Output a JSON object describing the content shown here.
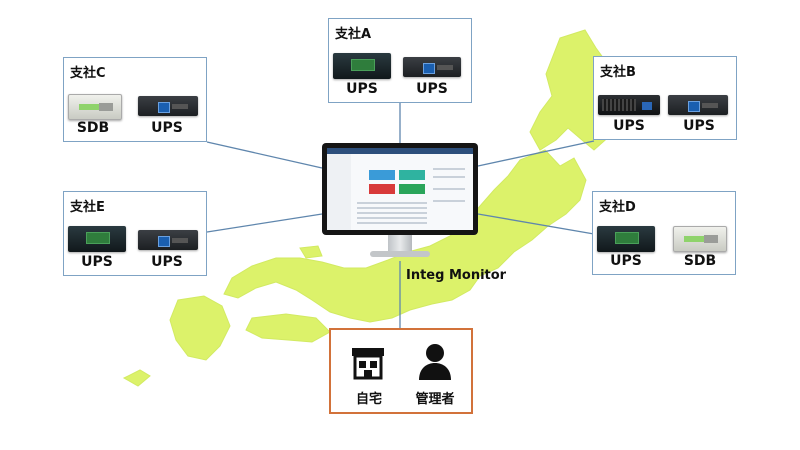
{
  "colors": {
    "map": "#dcf26a",
    "connector": "#5f86ad",
    "branch_border": "#7fa3c4",
    "admin_border": "#d2723a"
  },
  "branches": {
    "a": {
      "title": "支社A",
      "devices": [
        {
          "label": "UPS",
          "type": "ups-big"
        },
        {
          "label": "UPS",
          "type": "ups-small"
        }
      ]
    },
    "b": {
      "title": "支社B",
      "devices": [
        {
          "label": "UPS",
          "type": "rack"
        },
        {
          "label": "UPS",
          "type": "ups-small"
        }
      ]
    },
    "c": {
      "title": "支社C",
      "devices": [
        {
          "label": "SDB",
          "type": "sdb"
        },
        {
          "label": "UPS",
          "type": "ups-small"
        }
      ]
    },
    "d": {
      "title": "支社D",
      "devices": [
        {
          "label": "UPS",
          "type": "ups-big"
        },
        {
          "label": "SDB",
          "type": "sdb"
        }
      ]
    },
    "e": {
      "title": "支社E",
      "devices": [
        {
          "label": "UPS",
          "type": "ups-big"
        },
        {
          "label": "UPS",
          "type": "ups-small"
        }
      ]
    }
  },
  "monitor": {
    "label": "Integ Monitor"
  },
  "admin": {
    "home_label": "自宅",
    "admin_label": "管理者",
    "icons": [
      "house-icon",
      "person-icon"
    ]
  }
}
